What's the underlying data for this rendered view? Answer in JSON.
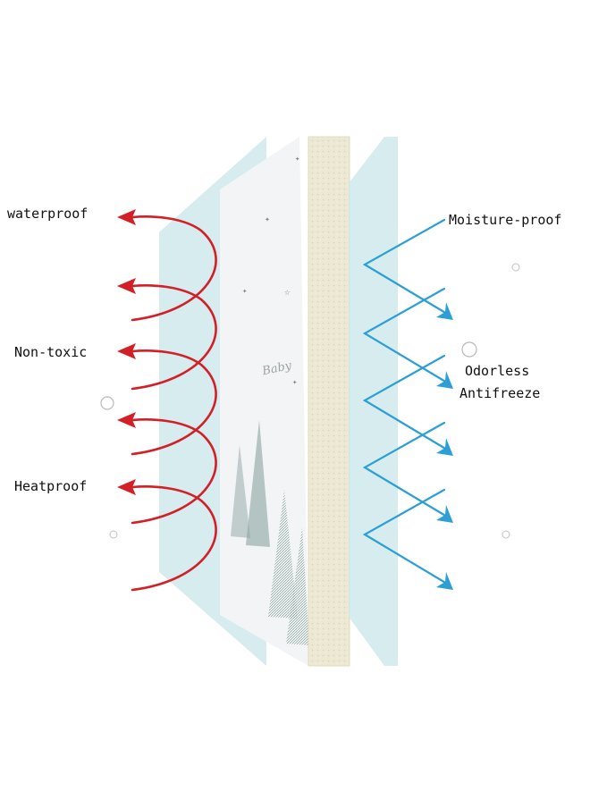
{
  "labels": {
    "waterproof": "waterproof",
    "non_toxic": "Non-toxic",
    "heatproof": "Heatproof",
    "moisture_proof": "Moisture-proof",
    "odorless": "Odorless",
    "antifreeze": "Antifreeze"
  },
  "colors": {
    "red_arrow": "#d31f26",
    "blue_arrow": "#2b9fd6",
    "glass_panel": "#cfe9ec",
    "foam_layer": "#ece8d3",
    "print_layer": "#f2f4f5"
  },
  "print_layer_text": "Baby"
}
